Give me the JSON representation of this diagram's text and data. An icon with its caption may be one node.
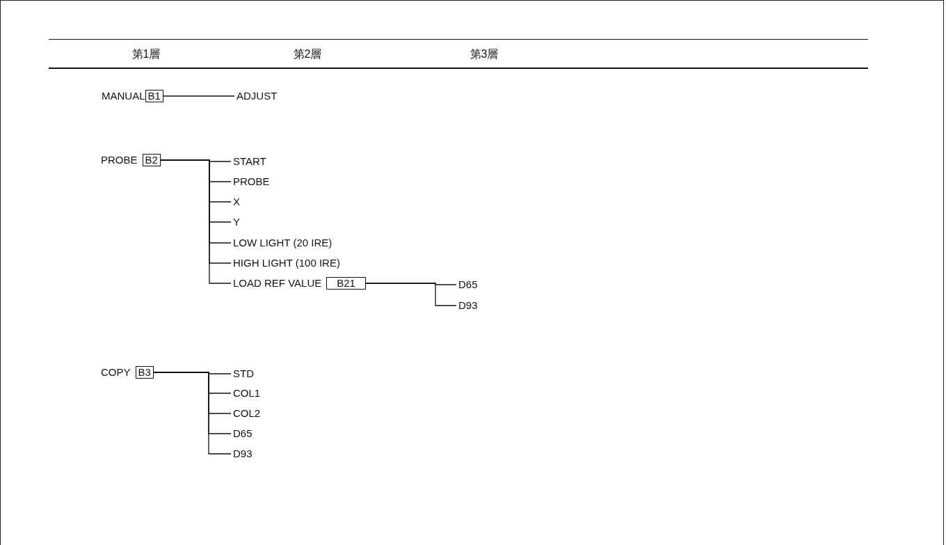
{
  "diagram": {
    "nodes": [
      {
        "text": [
          "MANUAL",
          "B1"
        ]
      },
      {
        "text": [
          "ADJUST"
        ]
      },
      {
        "text": [
          "PROBE",
          "B2"
        ]
      },
      {
        "text": [
          "START"
        ]
      },
      {
        "text": [
          "PROBE"
        ]
      },
      {
        "text": [
          "X"
        ]
      },
      {
        "text": [
          "Y"
        ]
      },
      {
        "text": [
          "LOW LIGHT (20 IRE)"
        ]
      },
      {
        "text": [
          "HIGH LIGHT (100 IRE)"
        ]
      },
      {
        "text": [
          "LOAD REF VALUE",
          "B21"
        ]
      },
      {
        "text": [
          "D65"
        ]
      },
      {
        "text": [
          "D93"
        ]
      },
      {
        "text": [
          "COPY",
          "B3"
        ]
      },
      {
        "text": [
          "STD"
        ]
      },
      {
        "text": [
          "COL1"
        ]
      },
      {
        "text": [
          "COL2"
        ]
      },
      {
        "text": [
          "D65"
        ]
      },
      {
        "text": [
          "D93"
        ]
      }
    ],
    "edges": [
      {
        "from": 0,
        "to": 1,
        "arrow": "none"
      },
      {
        "from": 2,
        "to": 3,
        "arrow": "none"
      },
      {
        "from": 2,
        "to": 4,
        "arrow": "none"
      },
      {
        "from": 2,
        "to": 5,
        "arrow": "none"
      },
      {
        "from": 2,
        "to": 6,
        "arrow": "none"
      },
      {
        "from": 2,
        "to": 7,
        "arrow": "none"
      },
      {
        "from": 2,
        "to": 8,
        "arrow": "none"
      },
      {
        "from": 2,
        "to": 9,
        "arrow": "none"
      },
      {
        "from": 9,
        "to": 10,
        "arrow": "none"
      },
      {
        "from": 9,
        "to": 11,
        "arrow": "none"
      },
      {
        "from": 12,
        "to": 13,
        "arrow": "none"
      },
      {
        "from": 12,
        "to": 14,
        "arrow": "none"
      },
      {
        "from": 12,
        "to": 15,
        "arrow": "none"
      },
      {
        "from": 12,
        "to": 16,
        "arrow": "none"
      },
      {
        "from": 12,
        "to": 17,
        "arrow": "none"
      }
    ],
    "labels": [
      "第1層",
      "第2層",
      "第3層"
    ]
  }
}
